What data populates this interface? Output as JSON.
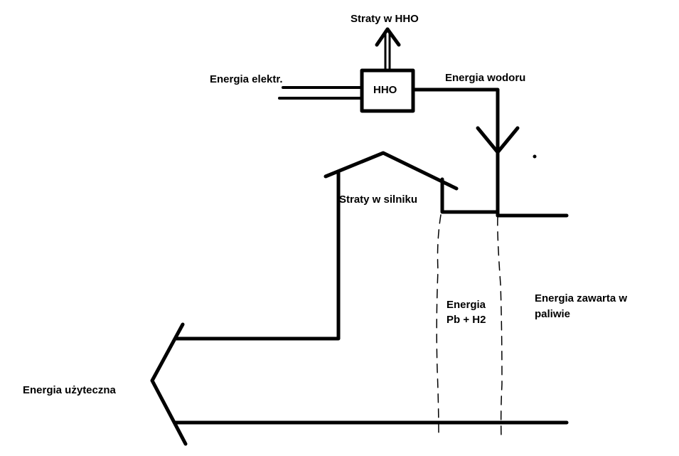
{
  "diagram": {
    "title": "Energy flow diagram (Sankey sketch)",
    "labels": {
      "hho_losses": "Straty w HHO",
      "electrical_energy": "Energia elektr.",
      "hho_box": "HHO",
      "hydrogen_energy": "Energia wodoru",
      "engine_losses": "Straty w silniku",
      "pb_h2_energy_line1": "Energia",
      "pb_h2_energy_line2": "Pb + H2",
      "fuel_energy_line1": "Energia zawarta w",
      "fuel_energy_line2": "paliwie",
      "useful_energy": "Energia użyteczna"
    },
    "colors": {
      "stroke": "#000000",
      "background": "#ffffff"
    }
  }
}
